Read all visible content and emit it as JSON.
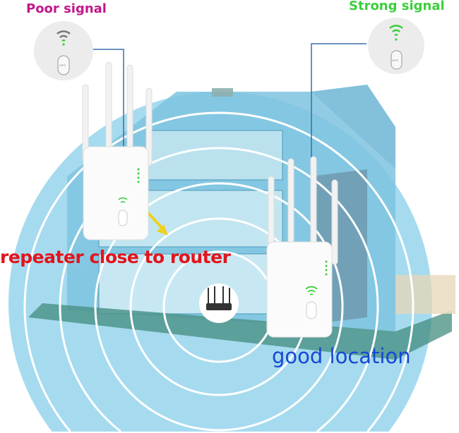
{
  "labels": {
    "poor_signal": "Poor signal",
    "strong_signal": "Strong signal",
    "repeater_close": "repeater close to router",
    "good_location": "good location"
  },
  "device": {
    "wps_label": "WPS"
  },
  "colors": {
    "poor": "#c2188c",
    "strong": "#3ccf3c",
    "close": "#e3141b",
    "good": "#1747d6",
    "signal_disk": "#9fd8ee",
    "callout_line": "#3a6fa8"
  }
}
